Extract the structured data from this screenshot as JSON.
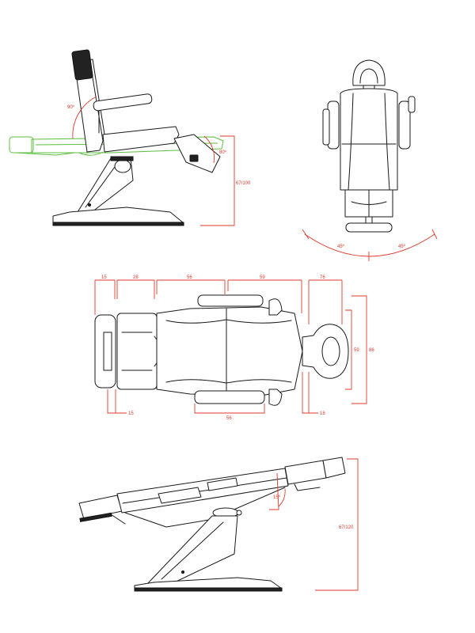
{
  "colors": {
    "outline": "#1a1a1a",
    "dimension": "#e03a2a",
    "reclined_ghost": "#5cbf3d"
  },
  "side_view_upright": {
    "backrest_angle": "90º",
    "leg_angle": "80º",
    "height": "67/100"
  },
  "front_view": {
    "left_rotation": "45º",
    "right_rotation": "45º"
  },
  "top_view": {
    "top_dims": [
      "15",
      "28",
      "56",
      "59",
      "76"
    ],
    "bottom_dims": [
      "15",
      "56",
      "18"
    ],
    "right_dims": [
      "59",
      "86"
    ]
  },
  "side_view_flat": {
    "tilt_angle": "15º",
    "height": "67/120"
  }
}
